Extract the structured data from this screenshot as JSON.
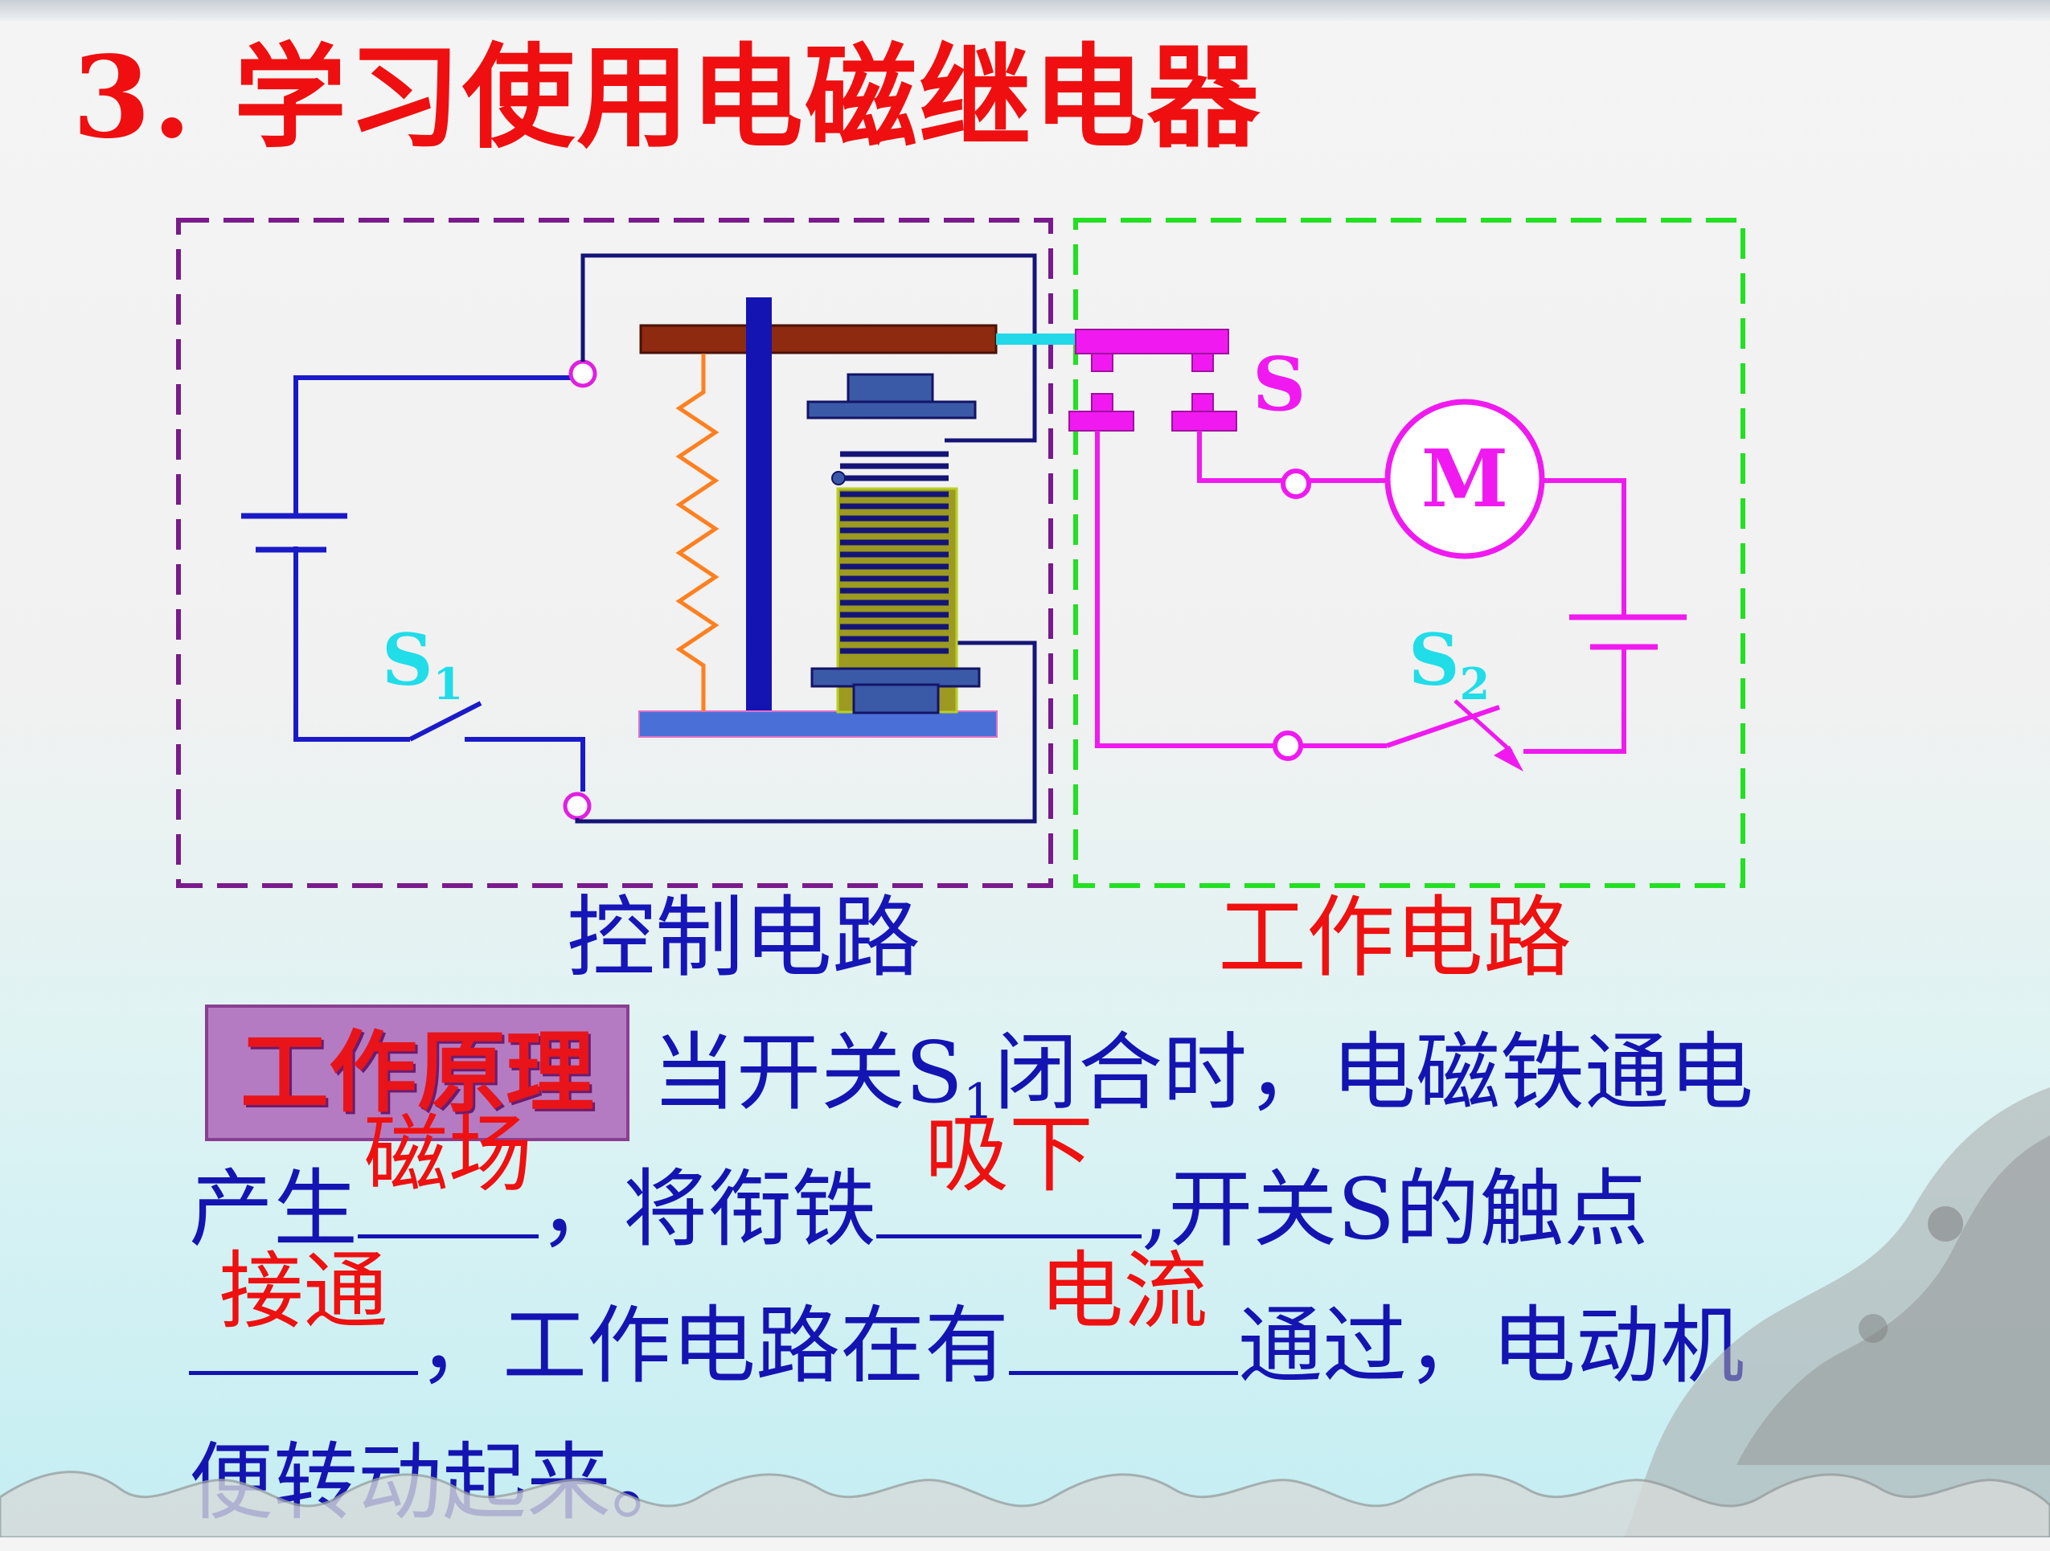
{
  "title": "3. 学习使用电磁继电器",
  "labels": {
    "s": "S",
    "s1_main": "S",
    "s1_sub": "1",
    "s2_main": "S",
    "s2_sub": "2",
    "motor": "M",
    "control_circuit": "控制电路",
    "working_circuit": "工作电路"
  },
  "principle": {
    "badge": "工作原理",
    "l1_a": "当开关S",
    "l1_sub": "1",
    "l1_b": "闭合时，电磁铁通电",
    "l2_a": "产生",
    "ans1": "磁场",
    "l2_b": "，将衔铁",
    "ans2": "吸下",
    "l2_c": ",开关S的触点",
    "ans3": "接通",
    "l3_a": "，工作电路在有",
    "ans4": "电流",
    "l3_b": "通过，电动机",
    "l4": "便转动起来。"
  },
  "colors": {
    "title": "#ef0f10",
    "control_wire": "#1a1ac8",
    "working_wire": "#f01af0",
    "control_box": "#7a1a8c",
    "working_box": "#22e022",
    "answer": "#ef1010",
    "text": "#1414b2"
  }
}
